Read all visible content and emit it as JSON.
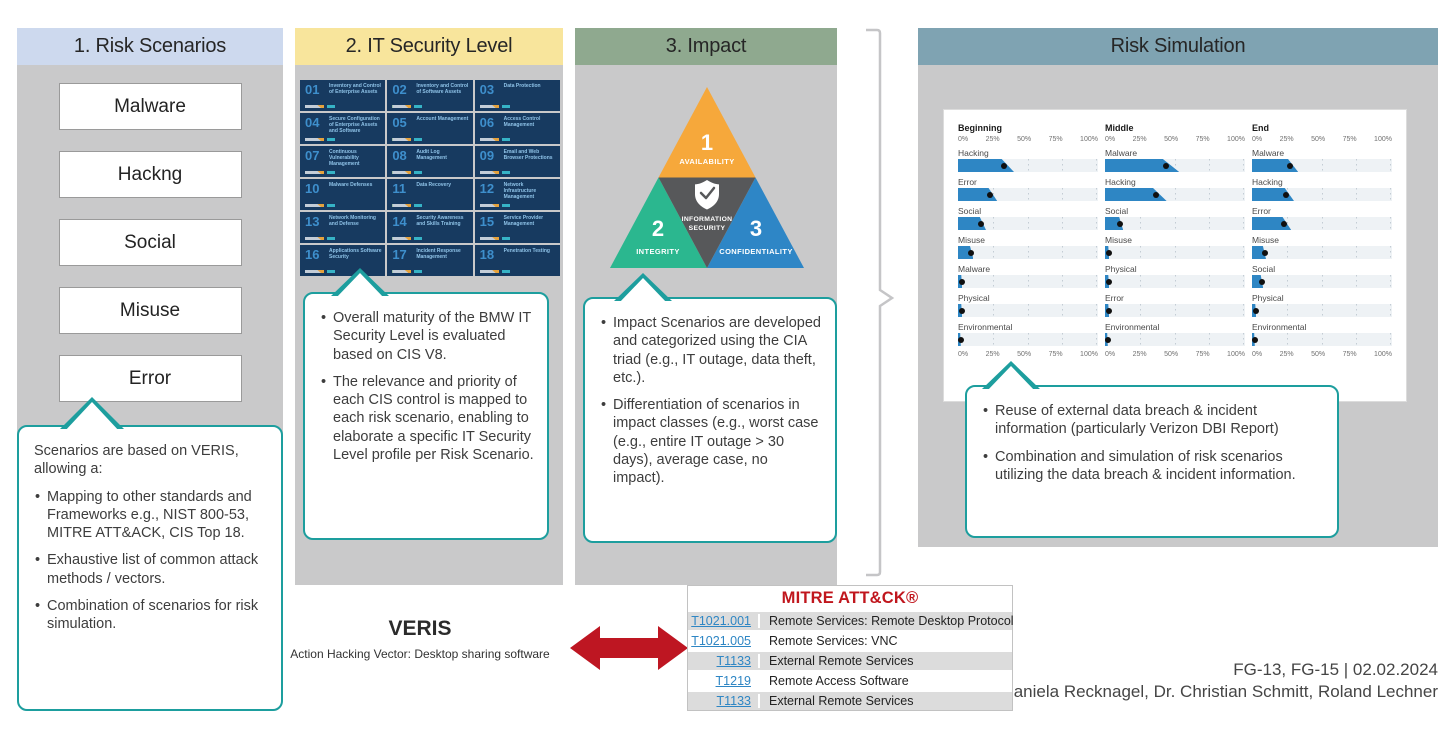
{
  "colors": {
    "teal": "#1d9e9e",
    "panel_gray": "#c9c9ca",
    "hdr1": "#cdd9ee",
    "hdr2": "#f8e59c",
    "hdr3": "#8fa98f",
    "hdr4": "#7fa3b2",
    "bar_blue": "#2e86c4",
    "mitre_red": "#c0161d",
    "arrow_red": "#be1622",
    "link_blue": "#2e86c4",
    "tri_orange": "#f6a83b",
    "tri_green": "#2bb78f",
    "tri_blue": "#2e86c6",
    "tri_gray": "#57585a",
    "cis_navy": "#173a60"
  },
  "panels": {
    "risk_scenarios": {
      "title": "1. Risk Scenarios",
      "items": [
        "Malware",
        "Hackng",
        "Social",
        "Misuse",
        "Error"
      ],
      "callout": {
        "intro": "Scenarios are based on VERIS, allowing a:",
        "bullets": [
          "Mapping to other standards and Frameworks e.g., NIST 800-53, MITRE ATT&ACK, CIS Top 18.",
          "Exhaustive list of common attack methods / vectors.",
          "Combination of scenarios for risk simulation."
        ]
      }
    },
    "it_security_level": {
      "title": "2. IT Security Level",
      "cis_controls": [
        {
          "num": "01",
          "title": "Inventory and Control of Enterprise Assets"
        },
        {
          "num": "02",
          "title": "Inventory and Control of Software Assets"
        },
        {
          "num": "03",
          "title": "Data Protection"
        },
        {
          "num": "04",
          "title": "Secure Configuration of Enterprise Assets and Software"
        },
        {
          "num": "05",
          "title": "Account Management"
        },
        {
          "num": "06",
          "title": "Access Control Management"
        },
        {
          "num": "07",
          "title": "Continuous Vulnerability Management"
        },
        {
          "num": "08",
          "title": "Audit Log Management"
        },
        {
          "num": "09",
          "title": "Email and Web Browser Protections"
        },
        {
          "num": "10",
          "title": "Malware Defenses"
        },
        {
          "num": "11",
          "title": "Data Recovery"
        },
        {
          "num": "12",
          "title": "Network Infrastructure Management"
        },
        {
          "num": "13",
          "title": "Network Monitoring and Defense"
        },
        {
          "num": "14",
          "title": "Security Awareness and Skills Training"
        },
        {
          "num": "15",
          "title": "Service Provider Management"
        },
        {
          "num": "16",
          "title": "Applications Software Security"
        },
        {
          "num": "17",
          "title": "Incident Response Management"
        },
        {
          "num": "18",
          "title": "Penetration Testing"
        }
      ],
      "callout": {
        "bullets": [
          "Overall maturity of the BMW IT Security Level is evaluated based on CIS V8.",
          "The relevance and priority of each CIS control is mapped to each risk scenario, enabling to elaborate a specific IT Security Level profile per Risk Scenario."
        ]
      }
    },
    "impact": {
      "title": "3. Impact",
      "triad": {
        "top": {
          "num": "1",
          "label": "AVAILABILITY"
        },
        "left": {
          "num": "2",
          "label": "INTEGRITY"
        },
        "right": {
          "num": "3",
          "label": "CONFIDENTIALITY"
        },
        "center": {
          "line1": "INFORMATION",
          "line2": "SECURITY",
          "icon": "shield-check-icon"
        }
      },
      "callout": {
        "bullets": [
          "Impact Scenarios are developed and categorized using the CIA triad (e.g., IT outage, data theft, etc.).",
          "Differentiation of scenarios in impact classes (e.g., worst case (e.g., entire IT outage > 30 days), average case, no impact)."
        ]
      }
    },
    "risk_simulation": {
      "title": "Risk Simulation",
      "callout": {
        "bullets": [
          "Reuse of external data breach & incident information (particularly Verizon DBI Report)",
          "Combination and simulation of risk scenarios utilizing the data breach & incident information."
        ]
      }
    }
  },
  "chart_data": {
    "type": "bar",
    "title": "Risk Simulation",
    "orientation": "horizontal",
    "xlim": [
      0,
      100
    ],
    "axis_ticks": [
      "0%",
      "25%",
      "50%",
      "75%",
      "100%"
    ],
    "columns": [
      {
        "name": "Beginning",
        "bars": [
          {
            "label": "Hacking",
            "value": 40
          },
          {
            "label": "Error",
            "value": 28
          },
          {
            "label": "Social",
            "value": 20
          },
          {
            "label": "Misuse",
            "value": 11
          },
          {
            "label": "Malware",
            "value": 3
          },
          {
            "label": "Physical",
            "value": 3
          },
          {
            "label": "Environmental",
            "value": 2
          }
        ]
      },
      {
        "name": "Middle",
        "bars": [
          {
            "label": "Malware",
            "value": 53
          },
          {
            "label": "Hacking",
            "value": 44
          },
          {
            "label": "Social",
            "value": 13
          },
          {
            "label": "Misuse",
            "value": 3
          },
          {
            "label": "Physical",
            "value": 3
          },
          {
            "label": "Error",
            "value": 3
          },
          {
            "label": "Environmental",
            "value": 2
          }
        ]
      },
      {
        "name": "End",
        "bars": [
          {
            "label": "Malware",
            "value": 33
          },
          {
            "label": "Hacking",
            "value": 30
          },
          {
            "label": "Error",
            "value": 28
          },
          {
            "label": "Misuse",
            "value": 10
          },
          {
            "label": "Social",
            "value": 8
          },
          {
            "label": "Physical",
            "value": 3
          },
          {
            "label": "Environmental",
            "value": 2
          }
        ]
      }
    ]
  },
  "veris": {
    "title": "VERIS",
    "subtitle": "Action Hacking Vector: Desktop sharing software"
  },
  "arrow_icon": "double-arrow-icon",
  "mitre": {
    "title": "MITRE ATT&CK®",
    "rows": [
      {
        "id": "T1021.001",
        "name": "Remote Services: Remote Desktop Protocol"
      },
      {
        "id": "T1021.005",
        "name": "Remote Services: VNC"
      },
      {
        "id": "T1133",
        "name": "External Remote Services"
      },
      {
        "id": "T1219",
        "name": "Remote Access Software"
      },
      {
        "id": "T1133",
        "name": "External Remote Services"
      }
    ]
  },
  "footer": {
    "line1": "FG-13, FG-15 | 02.02.2024",
    "line2": "Daniela Recknagel, Dr. Christian Schmitt, Roland Lechner"
  }
}
